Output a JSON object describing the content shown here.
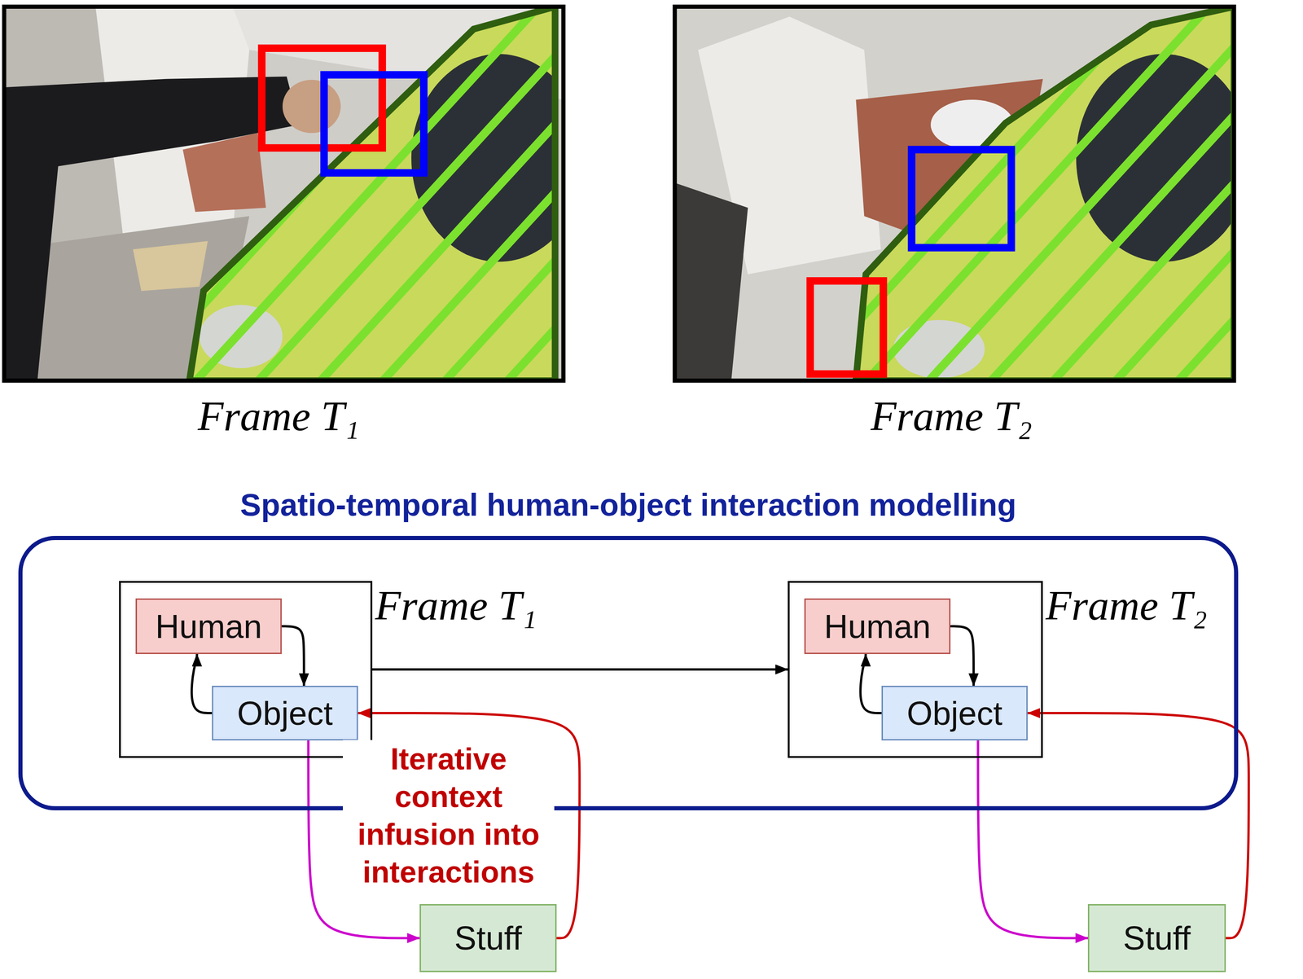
{
  "diagram": {
    "nodes": [
      {
        "text": [
          "Spatio-temporal human-object interaction modelling"
        ]
      },
      {
        "text": [
          "Frame T₁"
        ],
        "in": 0
      },
      {
        "text": [
          "Human"
        ],
        "in": 1
      },
      {
        "text": [
          "Object"
        ],
        "in": 1
      },
      {
        "text": [
          "Frame T₂"
        ],
        "in": 0
      },
      {
        "text": [
          "Human"
        ],
        "in": 4
      },
      {
        "text": [
          "Object"
        ],
        "in": 4
      },
      {
        "text": [
          "Stuff"
        ]
      },
      {
        "text": [
          "Stuff"
        ]
      }
    ],
    "edges": [
      {
        "from": 2,
        "to": 3,
        "arrow": "to"
      },
      {
        "from": 3,
        "to": 2,
        "arrow": "to"
      },
      {
        "from": 1,
        "to": 4,
        "arrow": "to"
      },
      {
        "from": 5,
        "to": 6,
        "arrow": "to"
      },
      {
        "from": 6,
        "to": 5,
        "arrow": "to"
      },
      {
        "from": 3,
        "to": 7,
        "arrow": "to"
      },
      {
        "from": 7,
        "to": 3,
        "arrow": "to"
      },
      {
        "from": 6,
        "to": 8,
        "arrow": "to"
      },
      {
        "from": 8,
        "to": 6,
        "arrow": "to"
      }
    ],
    "labels": [
      "Frame T₁",
      "Frame T₂",
      "Iterative context infusion into interactions"
    ]
  }
}
